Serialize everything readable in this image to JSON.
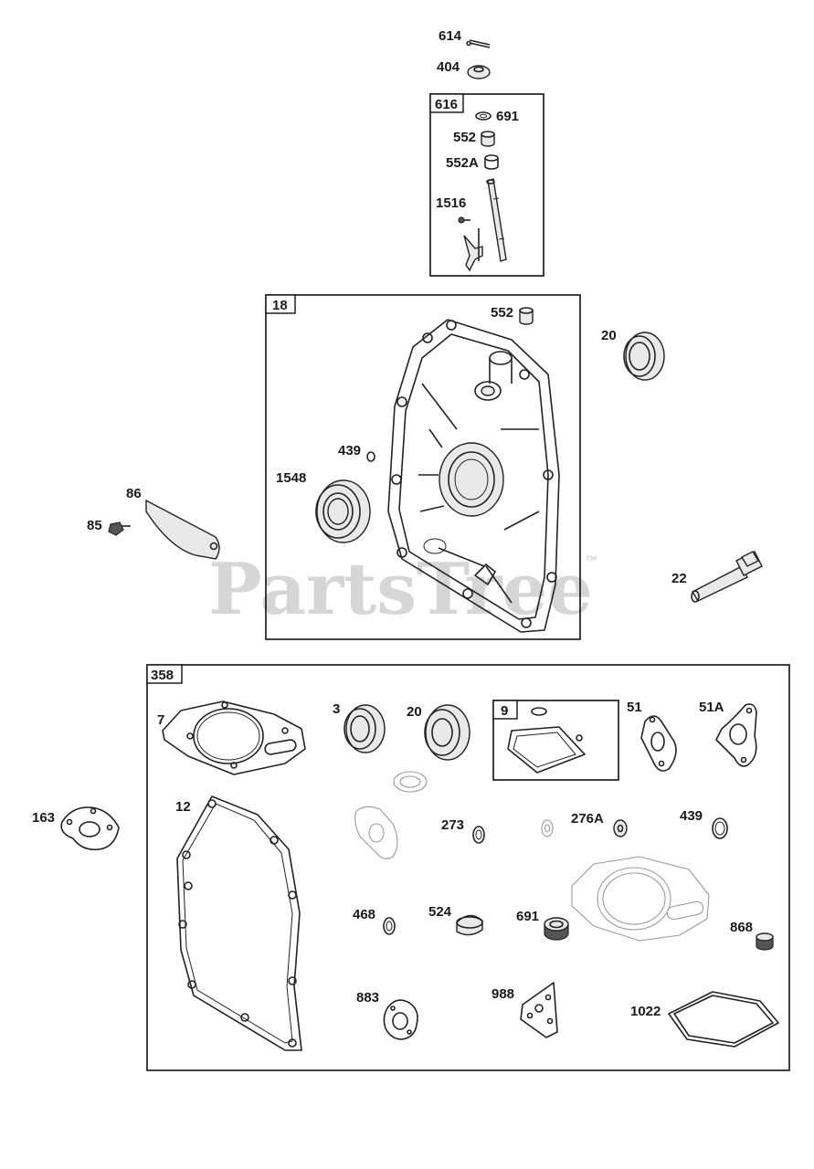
{
  "watermark": {
    "text": "PartsTree",
    "trademark": "™"
  },
  "groups": {
    "g616": "616",
    "g18": "18",
    "g358": "358",
    "g9": "9"
  },
  "labels": {
    "p614": "614",
    "p404": "404",
    "p691a": "691",
    "p552a": "552",
    "p552A": "552A",
    "p1516": "1516",
    "p552b": "552",
    "p20a": "20",
    "p439a": "439",
    "p1548": "1548",
    "p86": "86",
    "p85": "85",
    "p22": "22",
    "p7": "7",
    "p3": "3",
    "p20b": "20",
    "p51": "51",
    "p51A": "51A",
    "p163": "163",
    "p12": "12",
    "p273": "273",
    "p276A": "276A",
    "p439b": "439",
    "p468": "468",
    "p524": "524",
    "p691b": "691",
    "p868": "868",
    "p883": "883",
    "p988": "988",
    "p1022": "1022"
  }
}
